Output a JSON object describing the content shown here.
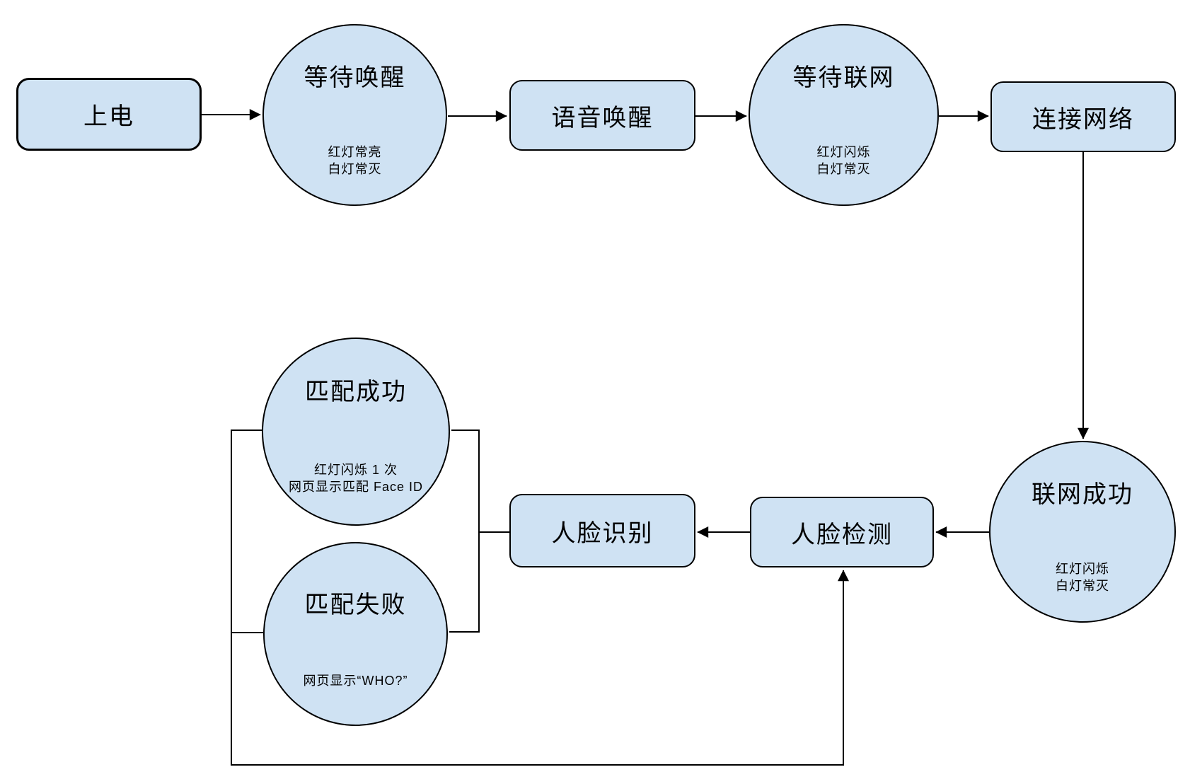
{
  "nodes": {
    "power_on": {
      "label": "上电"
    },
    "wait_wake": {
      "title": "等待唤醒",
      "notes": [
        "红灯常亮",
        "白灯常灭"
      ]
    },
    "voice_wake": {
      "label": "语音唤醒"
    },
    "wait_network": {
      "title": "等待联网",
      "notes": [
        "红灯闪烁",
        "白灯常灭"
      ]
    },
    "connect_network": {
      "label": "连接网络"
    },
    "network_success": {
      "title": "联网成功",
      "notes": [
        "红灯闪烁",
        "白灯常灭"
      ]
    },
    "face_detect": {
      "label": "人脸检测"
    },
    "face_recognize": {
      "label": "人脸识别"
    },
    "match_success": {
      "title": "匹配成功",
      "notes": [
        "红灯闪烁 1 次",
        "网页显示匹配 Face ID"
      ]
    },
    "match_fail": {
      "title": "匹配失败",
      "notes": [
        "网页显示“WHO?”"
      ]
    }
  },
  "edges": [
    {
      "from": "power_on",
      "to": "wait_wake",
      "arrow": true
    },
    {
      "from": "wait_wake",
      "to": "voice_wake",
      "arrow": true
    },
    {
      "from": "voice_wake",
      "to": "wait_network",
      "arrow": true
    },
    {
      "from": "wait_network",
      "to": "connect_network",
      "arrow": true
    },
    {
      "from": "connect_network",
      "to": "network_success",
      "arrow": true
    },
    {
      "from": "network_success",
      "to": "face_detect",
      "arrow": true
    },
    {
      "from": "face_detect",
      "to": "face_recognize",
      "arrow": true
    },
    {
      "from": "face_recognize",
      "to": "match_success",
      "arrow": false
    },
    {
      "from": "face_recognize",
      "to": "match_fail",
      "arrow": false
    },
    {
      "from": "match_success",
      "to": "face_detect",
      "arrow": true
    },
    {
      "from": "match_fail",
      "to": "face_detect",
      "arrow": true
    }
  ],
  "colors": {
    "node_fill": "#cfe2f3",
    "node_border": "#000000",
    "connector": "#000000",
    "background": "#ffffff"
  }
}
